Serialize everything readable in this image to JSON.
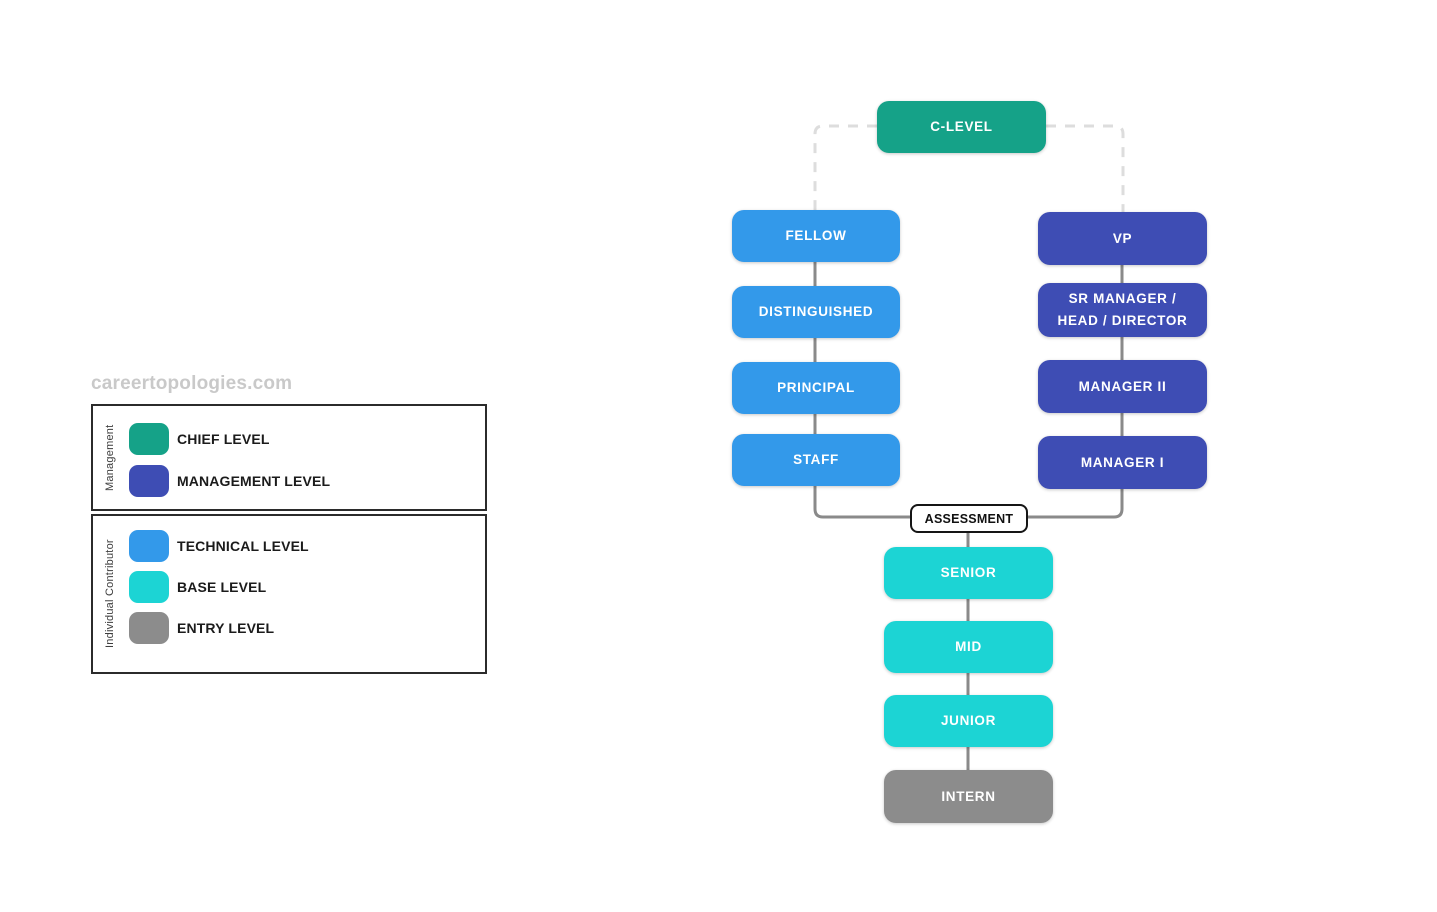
{
  "watermark": "careertopologies.com",
  "colors": {
    "chief": "#15A288",
    "management": "#3E4DB4",
    "technical": "#3399EA",
    "base": "#1CD4D4",
    "entry": "#8C8C8C",
    "connector": "#8A8A8A",
    "dashed_connector": "#DDDDDD"
  },
  "legend": {
    "groups": [
      {
        "label": "Management",
        "items": [
          {
            "label": "CHIEF LEVEL",
            "color": "chief"
          },
          {
            "label": "MANAGEMENT LEVEL",
            "color": "management"
          }
        ]
      },
      {
        "label": "Individual Contributor",
        "items": [
          {
            "label": "TECHNICAL LEVEL",
            "color": "technical"
          },
          {
            "label": "BASE LEVEL",
            "color": "base"
          },
          {
            "label": "ENTRY LEVEL",
            "color": "entry"
          }
        ]
      }
    ]
  },
  "diagram": {
    "root": {
      "label": "C-LEVEL"
    },
    "technical_track": [
      "FELLOW",
      "DISTINGUISHED",
      "PRINCIPAL",
      "STAFF"
    ],
    "management_track": [
      "VP",
      "SR MANAGER / HEAD / DIRECTOR",
      "MANAGER II",
      "MANAGER I"
    ],
    "assessment_label": "ASSESSMENT",
    "base_track": [
      "SENIOR",
      "MID",
      "JUNIOR"
    ],
    "entry_track": [
      "INTERN"
    ]
  }
}
